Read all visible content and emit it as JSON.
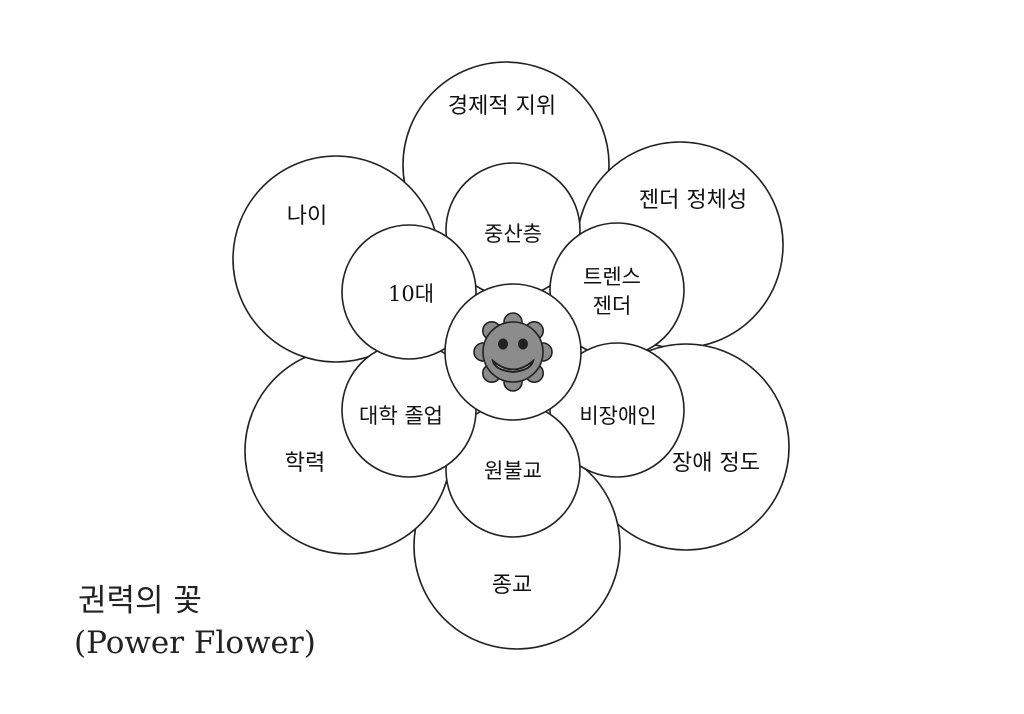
{
  "title": {
    "line1": "권력의 꽃",
    "line2": "(Power Flower)"
  },
  "center": {
    "icon": "smiley-gear-icon",
    "fill": "#8c8c8c"
  },
  "petals": [
    {
      "outer": "경제적 지위",
      "inner": [
        "중산층"
      ]
    },
    {
      "outer": "젠더 정체성",
      "inner": [
        "트렌스",
        "젠더"
      ]
    },
    {
      "outer": "장애 정도",
      "inner": [
        "비장애인"
      ]
    },
    {
      "outer": "종교",
      "inner": [
        "원불교"
      ]
    },
    {
      "outer": "학력",
      "inner": [
        "대학 졸업"
      ]
    },
    {
      "outer": "나이",
      "inner": [
        "10대"
      ]
    }
  ]
}
